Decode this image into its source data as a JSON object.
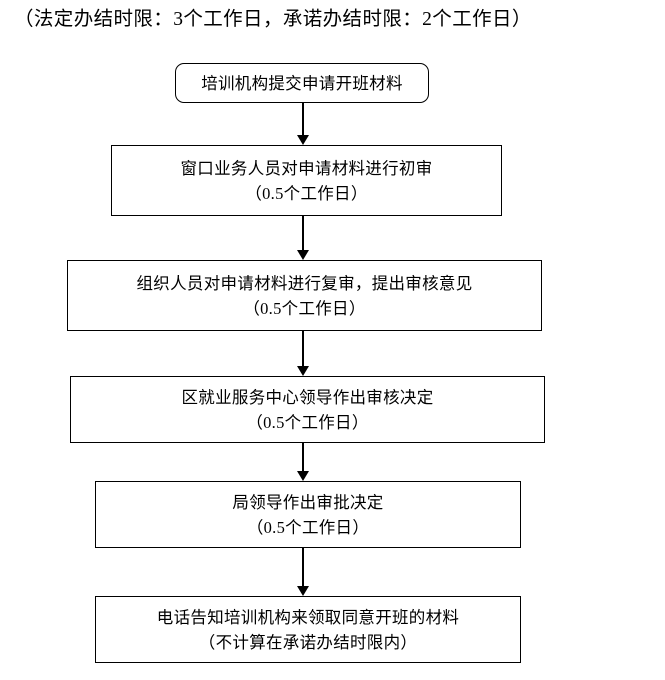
{
  "header": {
    "note": "（法定办结时限：3个工作日，承诺办结时限：2个工作日）"
  },
  "flowchart": {
    "type": "flowchart",
    "orientation": "vertical",
    "node_count": 6,
    "connector_count": 5,
    "colors": {
      "stroke": "#000000",
      "fill": "#ffffff",
      "text": "#000000"
    },
    "nodes": [
      {
        "id": "node-0",
        "shape": "rounded-rectangle",
        "line1": "培训机构提交申请开班材料",
        "line2": ""
      },
      {
        "id": "node-1",
        "shape": "rectangle",
        "line1": "窗口业务人员对申请材料进行初审",
        "line2": "（0.5个工作日）"
      },
      {
        "id": "node-2",
        "shape": "rectangle",
        "line1": "组织人员对申请材料进行复审，提出审核意见",
        "line2": "（0.5个工作日）"
      },
      {
        "id": "node-3",
        "shape": "rectangle",
        "line1": "区就业服务中心领导作出审核决定",
        "line2": "（0.5个工作日）"
      },
      {
        "id": "node-4",
        "shape": "rectangle",
        "line1": "局领导作出审批决定",
        "line2": "（0.5个工作日）"
      },
      {
        "id": "node-5",
        "shape": "rectangle",
        "line1": "电话告知培训机构来领取同意开班的材料",
        "line2": "（不计算在承诺办结时限内）"
      }
    ],
    "connectors": [
      {
        "id": "conn-0",
        "from": "node-0",
        "to": "node-1",
        "arrow": "down"
      },
      {
        "id": "conn-1",
        "from": "node-1",
        "to": "node-2",
        "arrow": "down"
      },
      {
        "id": "conn-2",
        "from": "node-2",
        "to": "node-3",
        "arrow": "down"
      },
      {
        "id": "conn-3",
        "from": "node-3",
        "to": "node-4",
        "arrow": "down"
      },
      {
        "id": "conn-4",
        "from": "node-4",
        "to": "node-5",
        "arrow": "down"
      }
    ]
  }
}
